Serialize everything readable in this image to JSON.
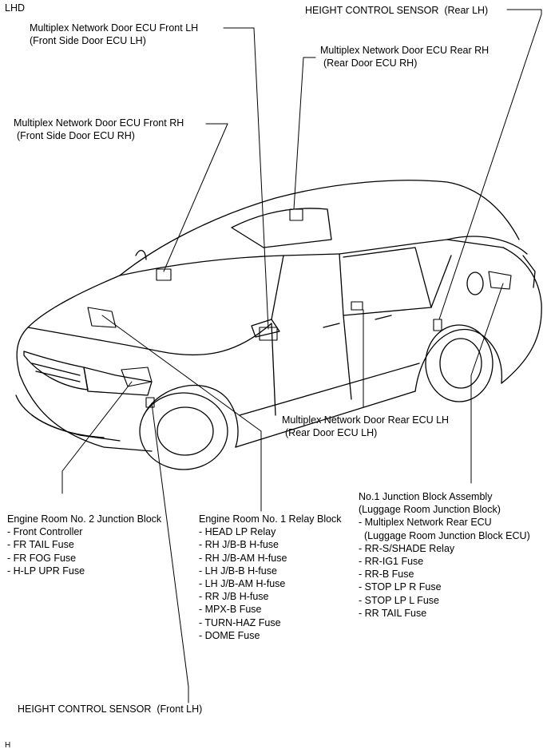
{
  "header": {
    "variant": "LHD"
  },
  "footer": {
    "code": "H"
  },
  "callouts": {
    "height_rear": {
      "title": "HEIGHT CONTROL SENSOR",
      "qualifier": "(Rear LH)"
    },
    "door_front_lh": {
      "line1": "Multiplex Network Door ECU Front LH",
      "line2": "(Front Side Door ECU LH)"
    },
    "door_rear_rh": {
      "line1": "Multiplex Network Door ECU Rear RH",
      "line2": "(Rear Door ECU RH)"
    },
    "door_front_rh": {
      "line1": "Multiplex Network Door ECU Front RH",
      "line2": "(Front Side Door ECU RH)"
    },
    "door_rear_lh": {
      "line1": "Multiplex Network Door Rear ECU LH",
      "line2": "(Rear Door ECU LH)"
    },
    "height_front": {
      "title": "HEIGHT CONTROL SENSOR",
      "qualifier": "(Front LH)"
    }
  },
  "engine_room_jb2": {
    "title": "Engine Room No. 2 Junction Block",
    "items": [
      "- Front Controller",
      "- FR TAIL Fuse",
      "- FR FOG Fuse",
      "- H-LP UPR Fuse"
    ]
  },
  "engine_room_relay1": {
    "title": "Engine Room No. 1 Relay Block",
    "items": [
      "- HEAD LP Relay",
      "- RH J/B-B H-fuse",
      "- RH J/B-AM H-fuse",
      "- LH J/B-B H-fuse",
      "- LH J/B-AM H-fuse",
      "- RR J/B H-fuse",
      "- MPX-B Fuse",
      "- TURN-HAZ Fuse",
      "- DOME Fuse"
    ]
  },
  "junction_block_1": {
    "title": "No.1 Junction Block Assembly",
    "subtitle": "(Luggage Room Junction Block)",
    "items": [
      "- Multiplex Network Rear ECU",
      "(Luggage Room Junction Block ECU)",
      "- RR-S/SHADE Relay",
      "- RR-IG1 Fuse",
      "- RR-B Fuse",
      "- STOP LP R Fuse",
      "- STOP LP L Fuse",
      "-  RR TAIL Fuse"
    ]
  }
}
